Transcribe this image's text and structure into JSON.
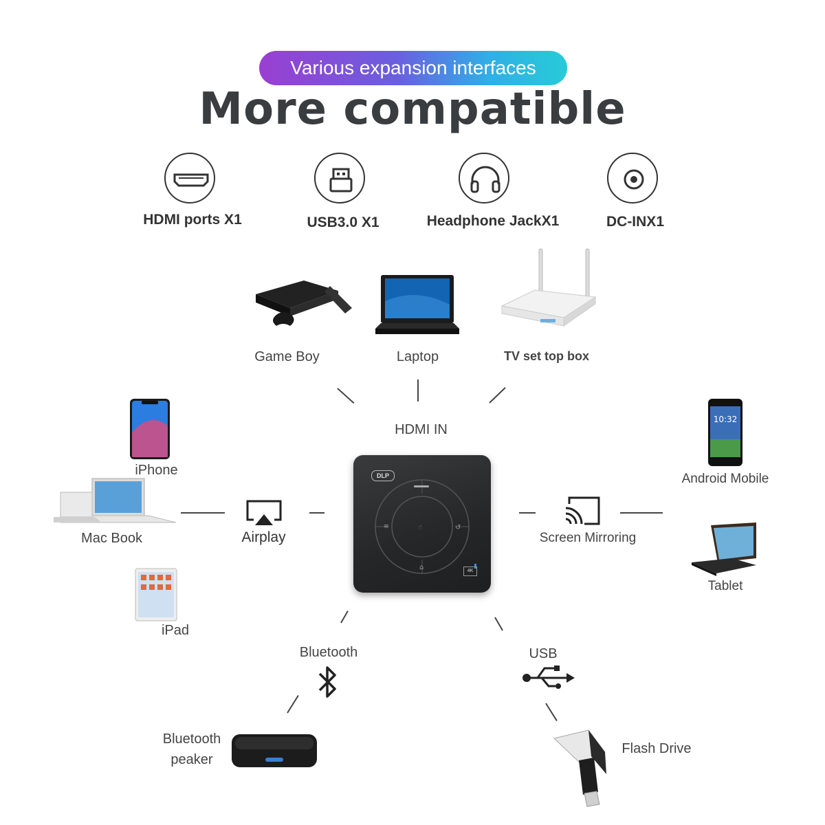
{
  "banner": {
    "pill_text": "Various expansion interfaces",
    "title": "More compatible"
  },
  "ports": [
    {
      "label": "HDMI ports X1",
      "icon": "hdmi-port-icon"
    },
    {
      "label": "USB3.0 X1",
      "icon": "usb-port-icon"
    },
    {
      "label": "Headphone JackX1",
      "icon": "headphone-icon"
    },
    {
      "label": "DC-INX1",
      "icon": "dc-in-icon"
    }
  ],
  "hdmi_sources": {
    "label": "HDMI IN",
    "devices": [
      "Game Boy",
      "Laptop",
      "TV set top box"
    ]
  },
  "airplay": {
    "label": "Airplay",
    "icon": "airplay-icon",
    "devices": [
      "iPhone",
      "Mac Book",
      "iPad"
    ]
  },
  "mirroring": {
    "label": "Screen Mirroring",
    "icon": "cast-icon",
    "devices": [
      "Android Mobile",
      "Tablet"
    ]
  },
  "bluetooth": {
    "label": "Bluetooth",
    "icon": "bluetooth-icon",
    "device_line1": "Bluetooth",
    "device_line2": "peaker"
  },
  "usb": {
    "label": "USB",
    "icon": "usb-icon",
    "device": "Flash Drive"
  },
  "projector": {
    "logo": "DLP",
    "badge": "4K"
  },
  "colors": {
    "pill_start": "#9a3fd0",
    "pill_end": "#27cbd8",
    "title": "#3a3d40",
    "device_body": "#2a2b2d"
  }
}
